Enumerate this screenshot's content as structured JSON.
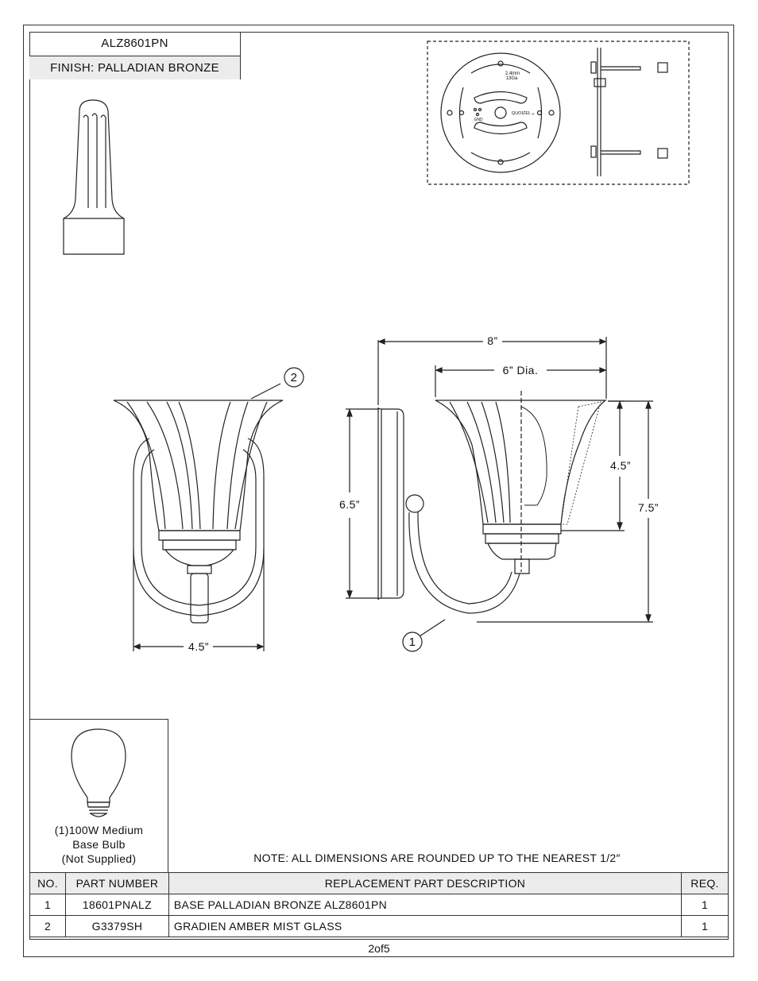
{
  "header": {
    "model": "ALZ8601PN",
    "finish": "FINISH: PALLADIAN BRONZE"
  },
  "dimensions": {
    "overall_width": "8”",
    "shade_diameter": "6” Dia.",
    "shade_height": "4.5”",
    "overall_height": "7.5”",
    "backplate_height": "6.5”",
    "front_width": "4.5”"
  },
  "callouts": [
    "1",
    "2"
  ],
  "mounting_plate": {
    "gauge_line1": "2.4mm",
    "gauge_line2": "13Ga",
    "gnd_label": "GND",
    "brand": "QUOIZEL",
    "brand_mark": "®"
  },
  "bulb": {
    "line1": "(1)100W Medium",
    "line2": "Base Bulb",
    "line3": "(Not Supplied)"
  },
  "note": "NOTE:  ALL DIMENSIONS ARE ROUNDED UP TO THE NEAREST  1/2″",
  "parts_table": {
    "headers": [
      "NO.",
      "PART NUMBER",
      "REPLACEMENT PART DESCRIPTION",
      "REQ."
    ],
    "rows": [
      [
        "1",
        "18601PNALZ",
        "BASE PALLADIAN BRONZE ALZ8601PN",
        "1"
      ],
      [
        "2",
        "G3379SH",
        "GRADIEN AMBER MIST GLASS",
        "1"
      ]
    ]
  },
  "footer": {
    "page": "2of5"
  }
}
